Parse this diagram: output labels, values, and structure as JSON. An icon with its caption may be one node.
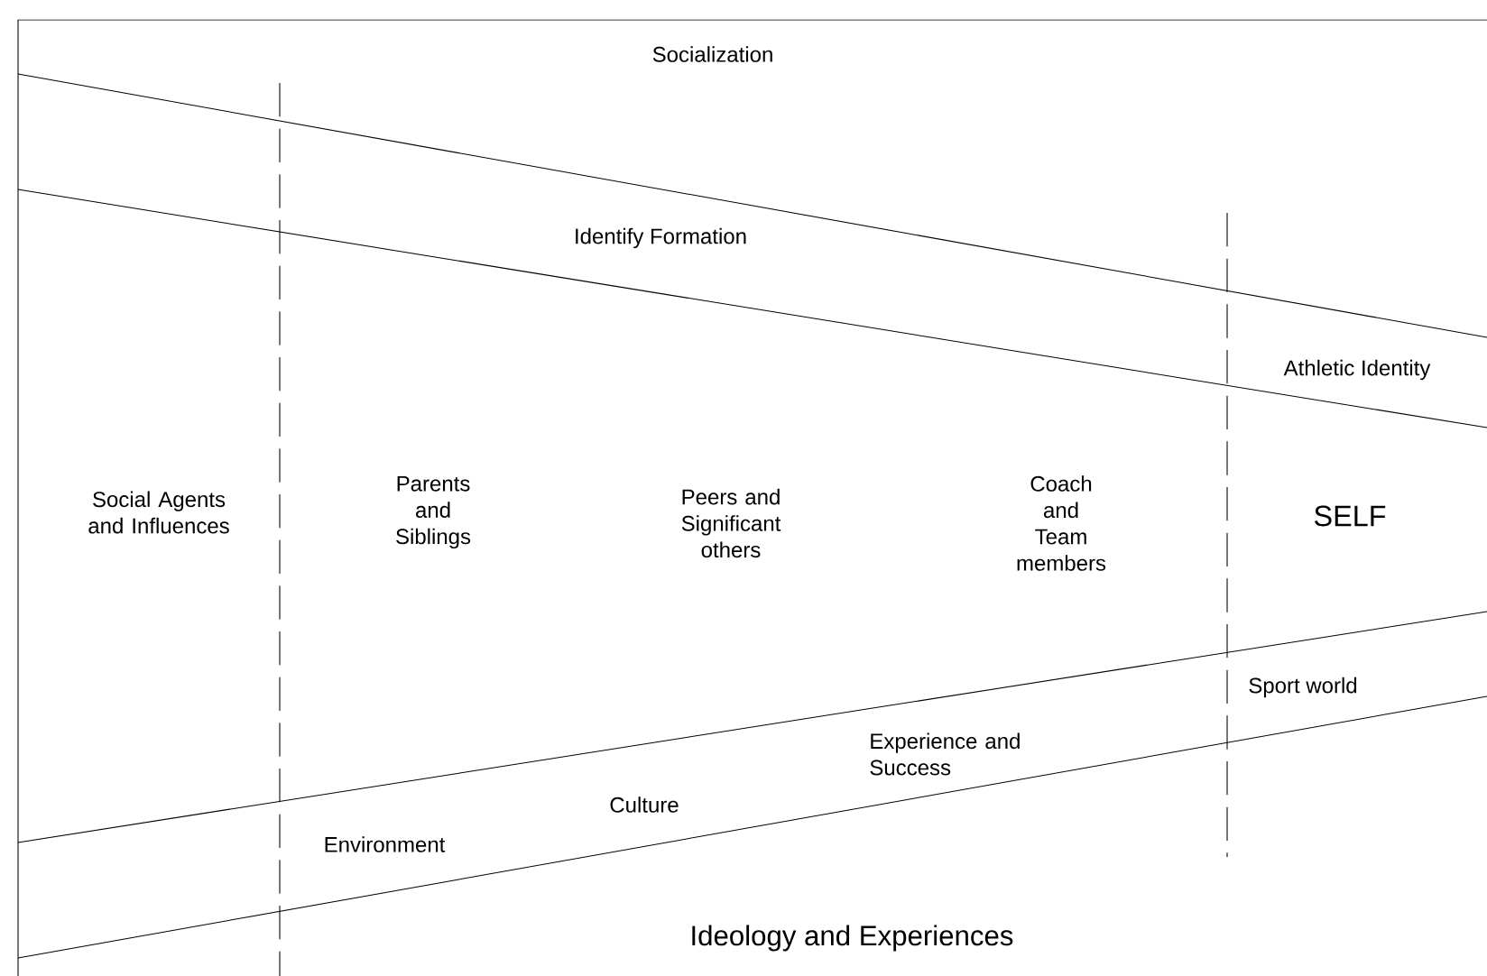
{
  "diagram": {
    "labels": [
      "Socialization",
      "Identify Formation",
      "Athletic Identity",
      "Social Agents and Influences",
      "Parents and Siblings",
      "Peers and Significant others",
      "Coach and Team members",
      "SELF",
      "Sport world",
      "Experience and Success",
      "Culture",
      "Environment",
      "Ideology and Experiences"
    ]
  }
}
